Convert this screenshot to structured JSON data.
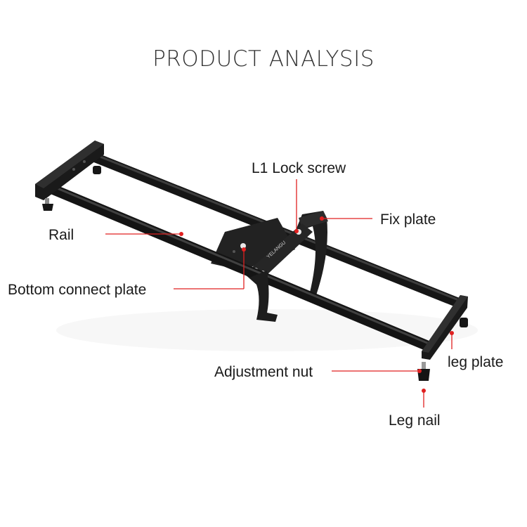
{
  "title": "PRODUCT ANALYSIS",
  "accent_color": "#e02020",
  "product_color": "#1c1c1c",
  "brand_mark": "YELANGU",
  "callouts": [
    {
      "id": "lock-screw",
      "label": "L1 Lock screw"
    },
    {
      "id": "fix-plate",
      "label": "Fix plate"
    },
    {
      "id": "rail",
      "label": "Rail"
    },
    {
      "id": "bottom-connect-plate",
      "label": "Bottom connect plate"
    },
    {
      "id": "adjustment-nut",
      "label": "Adjustment nut"
    },
    {
      "id": "leg-plate",
      "label": "leg plate"
    },
    {
      "id": "leg-nail",
      "label": "Leg nail"
    }
  ]
}
